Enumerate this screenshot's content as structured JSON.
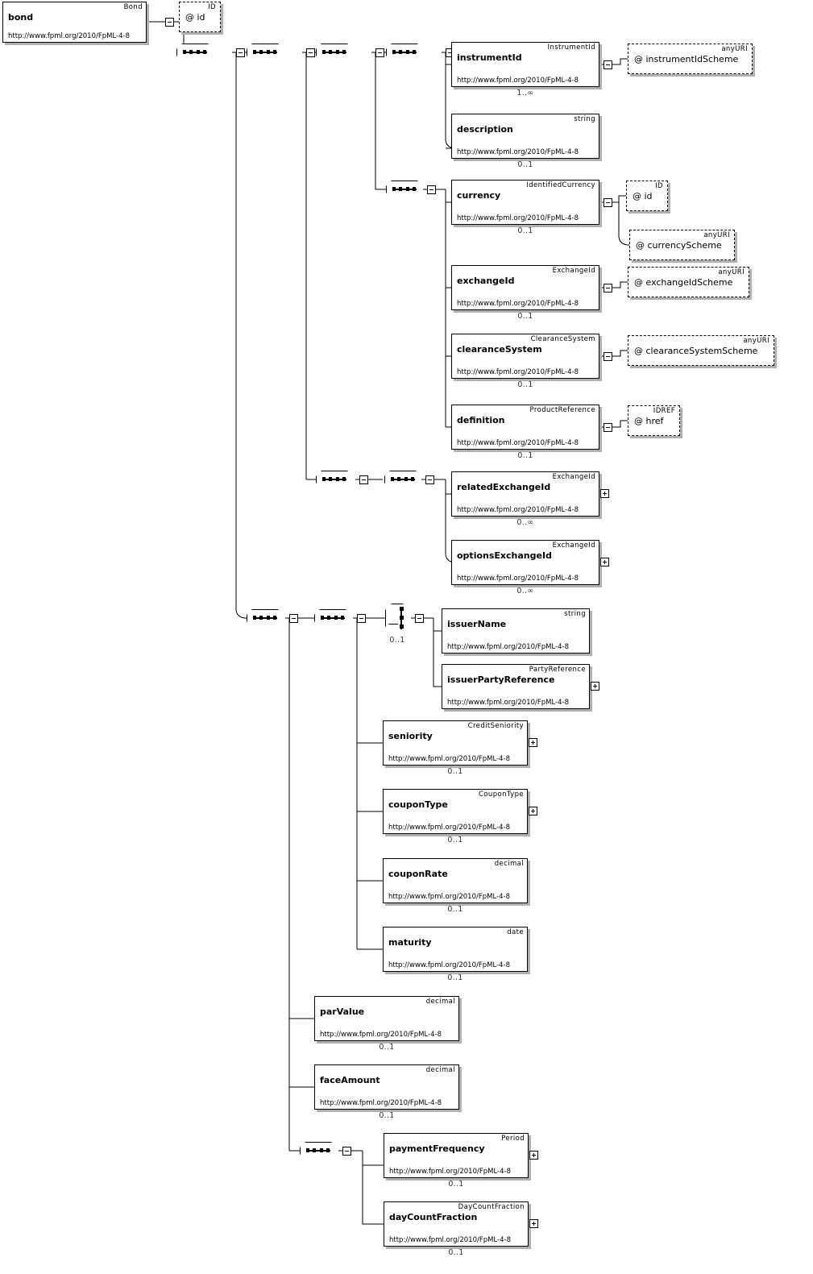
{
  "diagram": {
    "kind": "xsd-element-diagram",
    "root_type": "Bond",
    "namespace": "http://www.fpml.org/2010/FpML-4-8"
  },
  "root": {
    "name": "bond",
    "type": "Bond",
    "ns": "http://www.fpml.org/2010/FpML-4-8"
  },
  "attrs": {
    "id": {
      "name": "@ id",
      "type": "ID"
    },
    "instrumentIdScheme": {
      "name": "@ instrumentIdScheme",
      "type": "anyURI"
    },
    "currencyId": {
      "name": "@ id",
      "type": "ID"
    },
    "currencyScheme": {
      "name": "@ currencyScheme",
      "type": "anyURI"
    },
    "exchangeIdScheme": {
      "name": "@ exchangeIdScheme",
      "type": "anyURI"
    },
    "clearanceSystemScheme": {
      "name": "@ clearanceSystemScheme",
      "type": "anyURI"
    },
    "href": {
      "name": "@ href",
      "type": "IDREF"
    }
  },
  "elements": {
    "instrumentId": {
      "name": "instrumentId",
      "type": "InstrumentId",
      "ns": "http://www.fpml.org/2010/FpML-4-8",
      "occurs": "1..∞"
    },
    "description": {
      "name": "description",
      "type": "string",
      "ns": "http://www.fpml.org/2010/FpML-4-8",
      "occurs": "0..1"
    },
    "currency": {
      "name": "currency",
      "type": "IdentifiedCurrency",
      "ns": "http://www.fpml.org/2010/FpML-4-8",
      "occurs": "0..1"
    },
    "exchangeId": {
      "name": "exchangeId",
      "type": "ExchangeId",
      "ns": "http://www.fpml.org/2010/FpML-4-8",
      "occurs": "0..1"
    },
    "clearanceSystem": {
      "name": "clearanceSystem",
      "type": "ClearanceSystem",
      "ns": "http://www.fpml.org/2010/FpML-4-8",
      "occurs": "0..1"
    },
    "definition": {
      "name": "definition",
      "type": "ProductReference",
      "ns": "http://www.fpml.org/2010/FpML-4-8",
      "occurs": "0..1"
    },
    "relatedExchangeId": {
      "name": "relatedExchangeId",
      "type": "ExchangeId",
      "ns": "http://www.fpml.org/2010/FpML-4-8",
      "occurs": "0..∞"
    },
    "optionsExchangeId": {
      "name": "optionsExchangeId",
      "type": "ExchangeId",
      "ns": "http://www.fpml.org/2010/FpML-4-8",
      "occurs": "0..∞"
    },
    "issuerName": {
      "name": "issuerName",
      "type": "string",
      "ns": "http://www.fpml.org/2010/FpML-4-8",
      "occurs": ""
    },
    "issuerPartyReference": {
      "name": "issuerPartyReference",
      "type": "PartyReference",
      "ns": "http://www.fpml.org/2010/FpML-4-8",
      "occurs": ""
    },
    "seniority": {
      "name": "seniority",
      "type": "CreditSeniority",
      "ns": "http://www.fpml.org/2010/FpML-4-8",
      "occurs": "0..1"
    },
    "couponType": {
      "name": "couponType",
      "type": "CouponType",
      "ns": "http://www.fpml.org/2010/FpML-4-8",
      "occurs": "0..1"
    },
    "couponRate": {
      "name": "couponRate",
      "type": "decimal",
      "ns": "http://www.fpml.org/2010/FpML-4-8",
      "occurs": "0..1"
    },
    "maturity": {
      "name": "maturity",
      "type": "date",
      "ns": "http://www.fpml.org/2010/FpML-4-8",
      "occurs": "0..1"
    },
    "parValue": {
      "name": "parValue",
      "type": "decimal",
      "ns": "http://www.fpml.org/2010/FpML-4-8",
      "occurs": "0..1"
    },
    "faceAmount": {
      "name": "faceAmount",
      "type": "decimal",
      "ns": "http://www.fpml.org/2010/FpML-4-8",
      "occurs": "0..1"
    },
    "paymentFrequency": {
      "name": "paymentFrequency",
      "type": "Period",
      "ns": "http://www.fpml.org/2010/FpML-4-8",
      "occurs": "0..1"
    },
    "dayCountFraction": {
      "name": "dayCountFraction",
      "type": "DayCountFraction",
      "ns": "http://www.fpml.org/2010/FpML-4-8",
      "occurs": "0..1"
    }
  },
  "compositors": {
    "choice_issuer_occurs": "0..1"
  },
  "colors": {
    "line": "#000000",
    "box_fill": "#ffffff",
    "shadow": "#b0b0b0",
    "occurrence_text": "#333333"
  }
}
